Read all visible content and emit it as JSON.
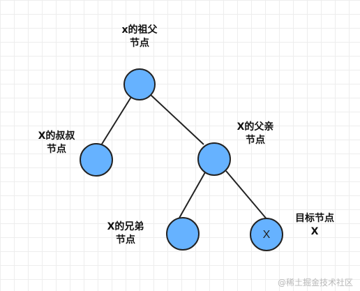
{
  "diagram": {
    "labels": {
      "grandfather": [
        "x的祖父",
        "节点"
      ],
      "uncle": [
        "X的叔叔",
        "节点"
      ],
      "father": [
        "X的父亲",
        "节点"
      ],
      "sibling": [
        "X的兄弟",
        "节点"
      ],
      "target": [
        "目标节点",
        "X"
      ]
    },
    "target_node_text": "X",
    "node_color": "#66b2ff",
    "edge_color": "#222222",
    "grid_color": "#ededed"
  },
  "watermark": "@稀土掘金技术社区"
}
